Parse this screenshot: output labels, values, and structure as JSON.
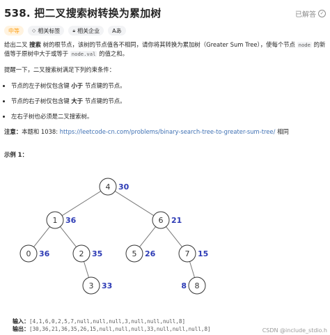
{
  "header": {
    "title": "538. 把二叉搜索树转换为累加树",
    "solved_label": "已解答"
  },
  "tags": {
    "difficulty": "中等",
    "related_tags": "相关标签",
    "related_companies": "相关企业",
    "font_toggle": "Aあ"
  },
  "description": {
    "p1_a": "给出二叉 ",
    "p1_b": "搜索",
    "p1_c": " 树的根节点，该树的节点值各不相同，请你将其转换为累加树（Greater Sum Tree），使每个节点 ",
    "p1_code1": "node",
    "p1_d": " 的新值等于原树中大于或等于 ",
    "p1_code2": "node.val",
    "p1_e": " 的值之和。",
    "reminder": "提醒一下，二叉搜索树满足下列约束条件：",
    "bullet1_a": "节点的左子树仅包含键 ",
    "bullet1_b": "小于",
    "bullet1_c": " 节点键的节点。",
    "bullet2_a": "节点的右子树仅包含键 ",
    "bullet2_b": "大于",
    "bullet2_c": " 节点键的节点。",
    "bullet3": "左右子树也必须是二叉搜索树。",
    "note_label": "注意：",
    "note_a": "本题和 1038: ",
    "note_link": "https://leetcode-cn.com/problems/binary-search-tree-to-greater-sum-tree/",
    "note_b": " 相同"
  },
  "example": {
    "title": "示例 1：",
    "input_label": "输入：",
    "input_value": "[4,1,6,0,2,5,7,null,null,null,3,null,null,null,8]",
    "output_label": "输出：",
    "output_value": "[30,36,21,36,35,26,15,null,null,null,33,null,null,null,8]"
  },
  "tree": {
    "nodes": [
      {
        "id": "4",
        "val": "4",
        "sum": "30"
      },
      {
        "id": "1",
        "val": "1",
        "sum": "36"
      },
      {
        "id": "6",
        "val": "6",
        "sum": "21"
      },
      {
        "id": "0",
        "val": "0",
        "sum": "36"
      },
      {
        "id": "2",
        "val": "2",
        "sum": "35"
      },
      {
        "id": "5",
        "val": "5",
        "sum": "26"
      },
      {
        "id": "7",
        "val": "7",
        "sum": "15"
      },
      {
        "id": "3",
        "val": "3",
        "sum": "33"
      },
      {
        "id": "8",
        "val": "8",
        "sum": "8"
      }
    ],
    "edges": [
      [
        "4",
        "1"
      ],
      [
        "4",
        "6"
      ],
      [
        "1",
        "0"
      ],
      [
        "1",
        "2"
      ],
      [
        "6",
        "5"
      ],
      [
        "6",
        "7"
      ],
      [
        "2",
        "3"
      ],
      [
        "7",
        "8"
      ]
    ],
    "node_color": "#333333",
    "sum_color": "#2d3bb5"
  },
  "watermark": "CSDN @include_stdio.h"
}
